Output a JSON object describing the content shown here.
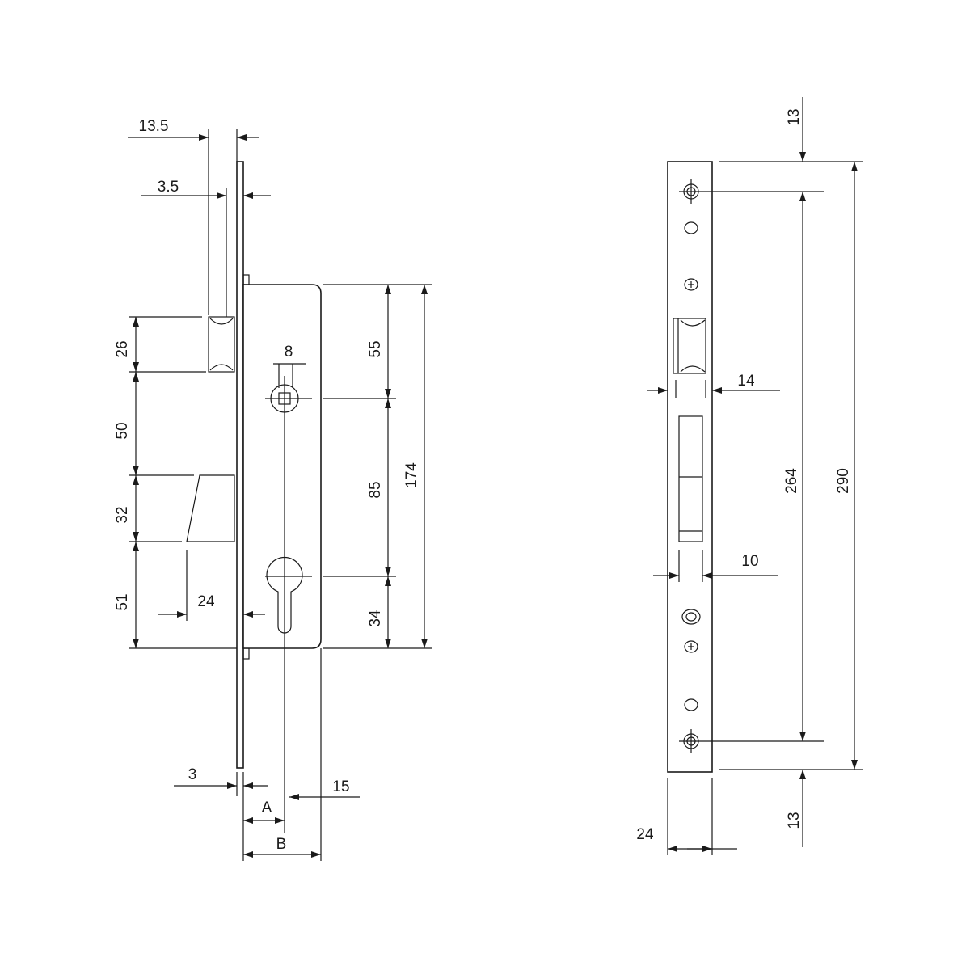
{
  "drawing": {
    "title": "Mortise lock dimension drawing",
    "side_view": {
      "dims": {
        "backset_total": "13.5",
        "faceplate_offset": "3.5",
        "latch_height": "26",
        "latch_to_bolt": "50",
        "bolt_height": "32",
        "bolt_to_bottom": "51",
        "bolt_throw": "24",
        "spindle_square": "8",
        "top_to_spindle": "55",
        "spindle_to_cylinder": "85",
        "cylinder_to_bottom": "34",
        "case_height": "174",
        "faceplate_thickness": "3",
        "cylinder_edge": "15",
        "backset_a": "A",
        "case_depth_b": "B"
      }
    },
    "front_view": {
      "dims": {
        "top_margin": "13",
        "screw_spacing": "264",
        "faceplate_length": "290",
        "bottom_margin": "13",
        "latch_width": "14",
        "bolt_width": "10",
        "faceplate_width": "24"
      }
    }
  }
}
